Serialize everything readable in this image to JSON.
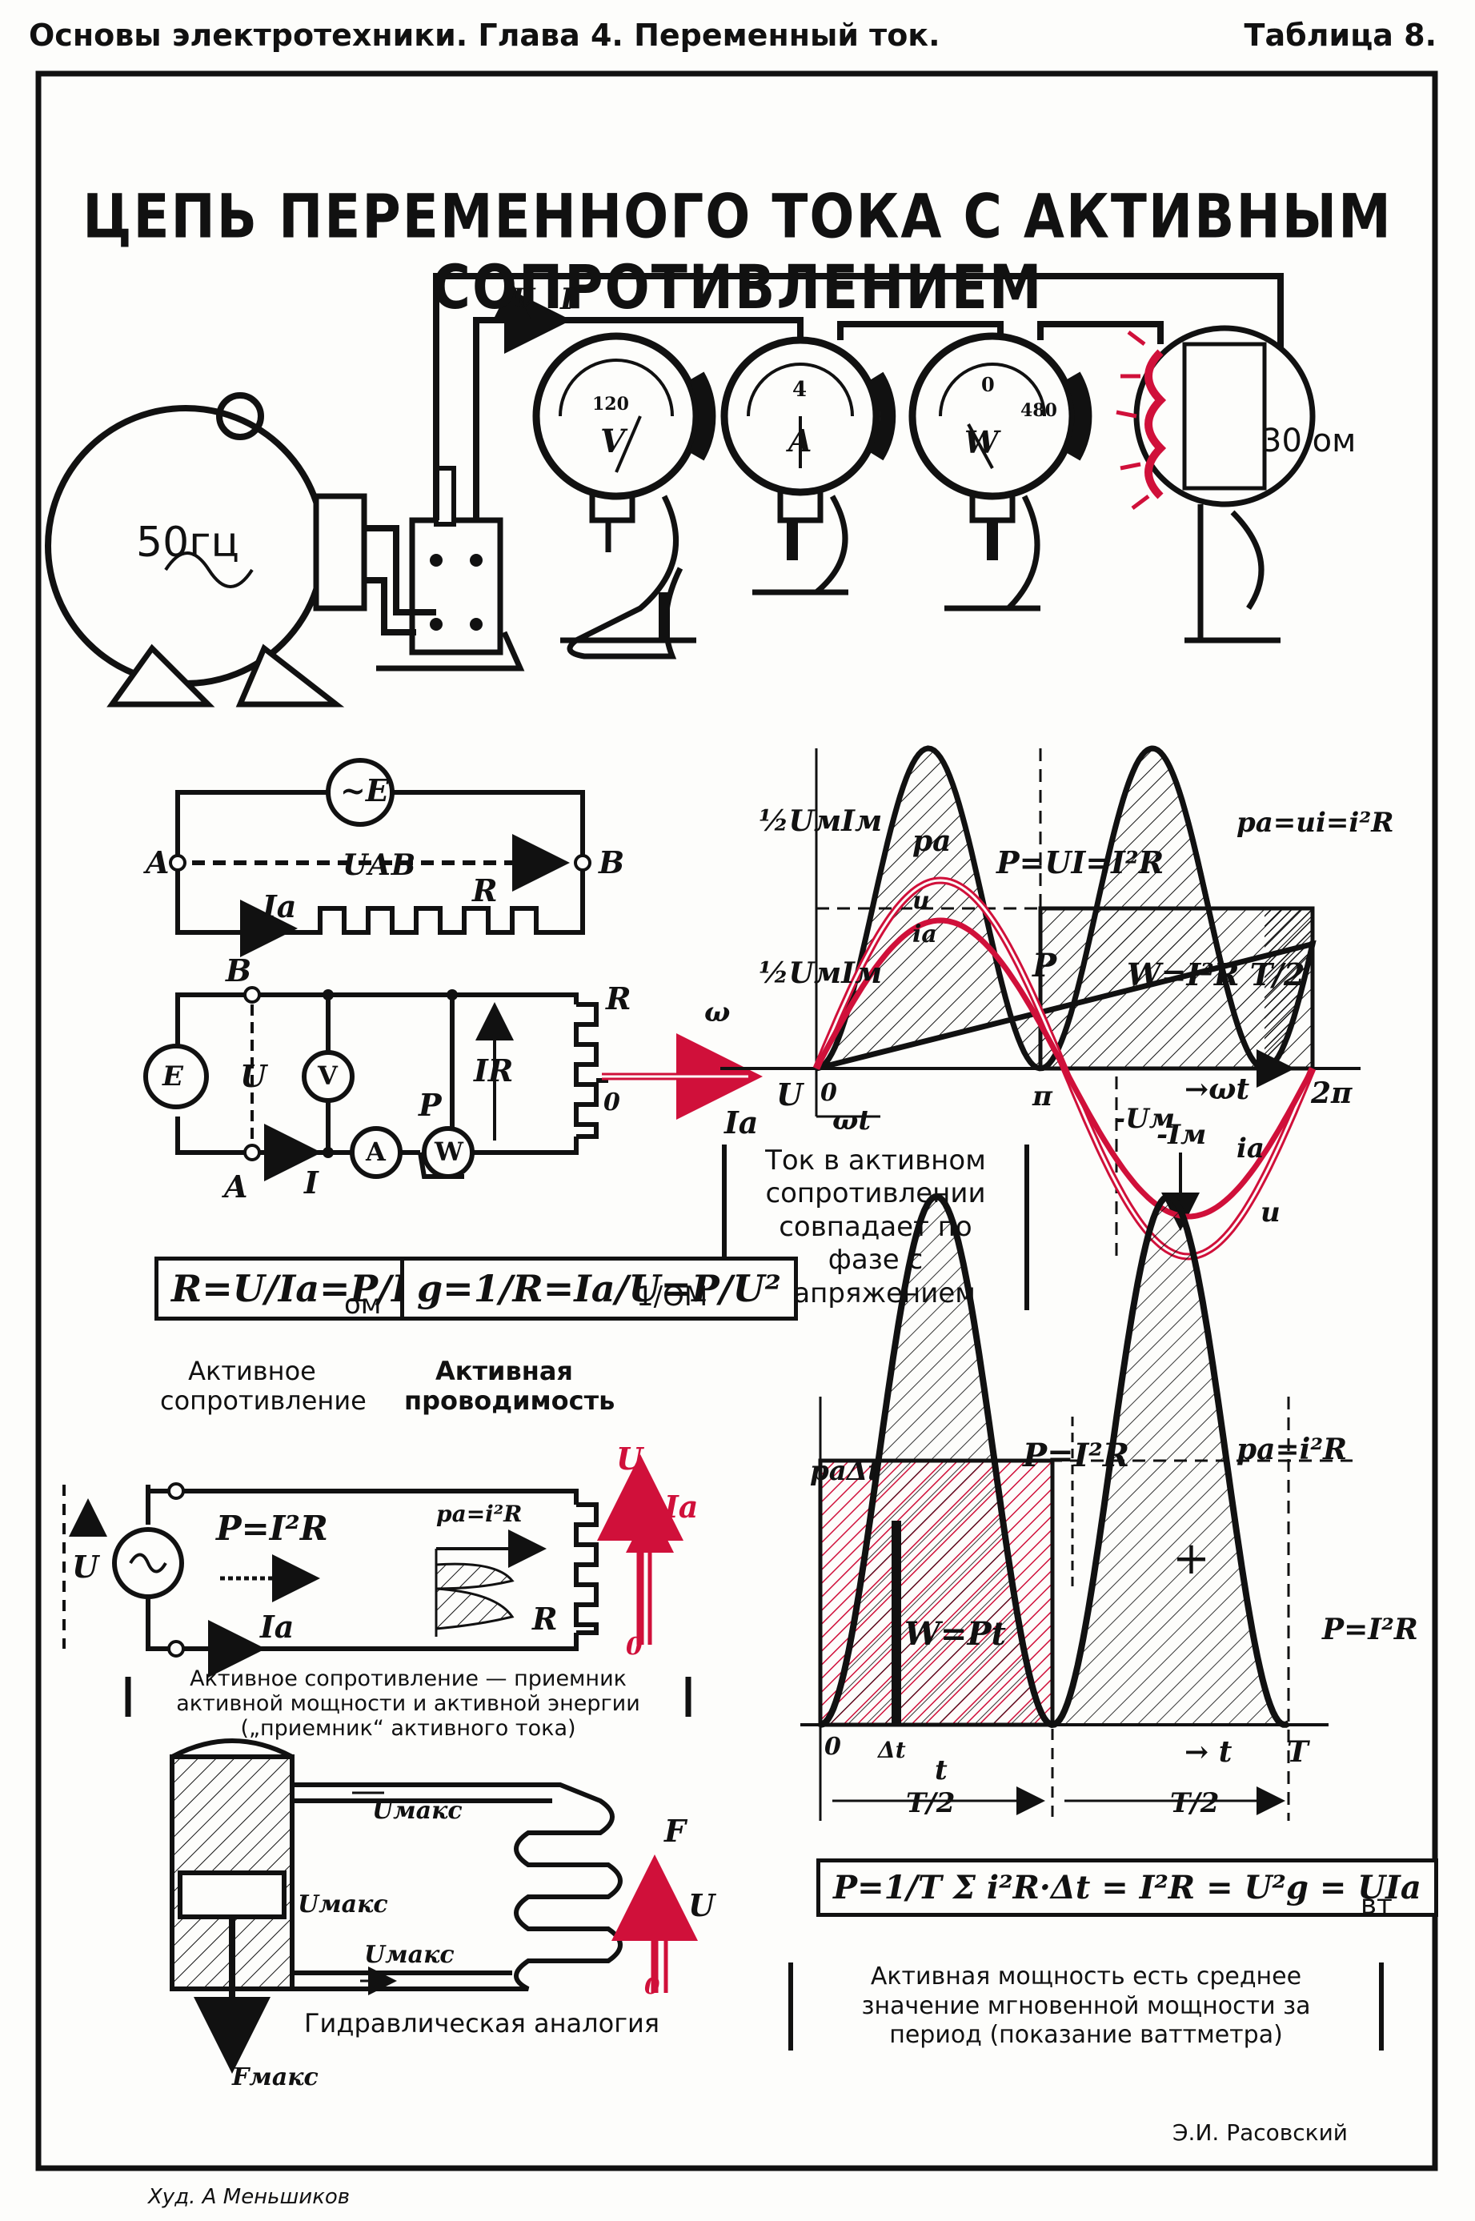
{
  "header": {
    "left": "Основы электротехники. Глава 4. Переменный ток.",
    "right": "Таблица 8."
  },
  "title": "ЦЕПЬ ПЕРЕМЕННОГО ТОКА С АКТИВНЫМ СОПРОТИВЛЕНИЕМ",
  "apparatus": {
    "generator_label": "50гц",
    "voltmeter_scale": "120",
    "voltmeter_letter": "V",
    "ammeter_scale": "4",
    "ammeter_letter": "A",
    "wattmeter_scale_0": "0",
    "wattmeter_scale_1": "480",
    "wattmeter_letter": "W",
    "resistor_label": "30 ом",
    "wire_u": "U",
    "wire_i": "I"
  },
  "circuit1": {
    "emf": "~E",
    "node_a": "A",
    "node_b": "B",
    "uab": "UАВ",
    "r": "R",
    "ia": "Ia"
  },
  "circuit2": {
    "node_b": "B",
    "node_a": "A",
    "emf": "E",
    "u": "U",
    "v": "V",
    "a": "A",
    "w": "W",
    "p": "P",
    "ir": "IR",
    "r": "R",
    "zero": "0",
    "i": "I"
  },
  "phase_chart": {
    "half_um_im_top": "½UмIм",
    "half_um_im_mid": "½UмIм",
    "p_eq": "P=UI=I²R",
    "pa_eq": "pa=ui=i²R",
    "pa": "pa",
    "u_small": "u",
    "ia_small": "ia",
    "w_eq": "W=I²R T/2",
    "p_label": "P",
    "u_axis": "U",
    "ia_axis": "Ia",
    "omega": "ω",
    "zero": "0",
    "omega_t": "ωt",
    "pi": "π",
    "omega_t_axis": "→ωt",
    "two_pi": "2π",
    "minus_um": "-Uм",
    "minus_im": "-Iм",
    "ia_curve": "ia",
    "u_curve": "u"
  },
  "phase_note": "Ток в активном сопротивлении совпадает по фазе с напряжением",
  "formulas": {
    "resistance": "R=U/Ia=P/I²",
    "resistance_unit": "ом",
    "conductance": "g=1/R=Ia/U=P/U²",
    "conductance_unit": "1/ОМ",
    "resistance_caption": "Активное сопротивление",
    "conductance_caption": "Активная проводимость"
  },
  "power_circuit": {
    "u": "U",
    "p_eq": "P=I²R",
    "pa_eq": "pa=i²R",
    "r": "R",
    "ia": "Ia",
    "u_vec": "U",
    "ia_vec": "Ia",
    "origin": "0"
  },
  "power_note": "Активное сопротивление — приемник активной мощности и активной энергии („приемник“ активного тока)",
  "hydraulic": {
    "v_max_1": "Uмакс",
    "v_max_2": "Uмакс",
    "v_max_3": "Uмакс",
    "f_max": "Fмакс",
    "f": "F",
    "u": "U",
    "origin": "0",
    "caption": "Гидравлическая аналогия"
  },
  "power_chart": {
    "pa_dt": "paΔt",
    "p_top": "P=I²R",
    "pa_eq": "pa=i²R",
    "plus": "+",
    "w_eq": "W=Pt",
    "p_right": "P=I²R",
    "zero": "0",
    "dt": "Δt",
    "t_small": "t",
    "t_arrow": "→ t",
    "t_end": "T",
    "half_t_1": "T/2",
    "half_t_2": "T/2"
  },
  "power_formula": "P=1/T Σ i²R·Δt = I²R = U²g = UIa",
  "power_formula_unit": "вт",
  "power_formula_note": "Активная мощность есть среднее значение мгновенной мощности за период (показание ваттметра)",
  "author": "Э.И. Расовский",
  "artist": "Худ. А Меньшиков",
  "colors": {
    "ink": "#111111",
    "accent": "#d0103a",
    "paper": "#fdfdfb"
  }
}
